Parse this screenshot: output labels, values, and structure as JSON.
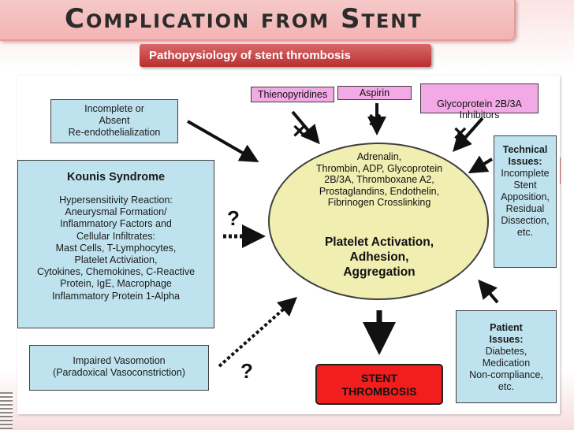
{
  "slide": {
    "title": "Complication from Stent",
    "subtitle": "Pathopysiology of stent thrombosis"
  },
  "diagram": {
    "incomplete_box": "Incomplete or\nAbsent\nRe-endothelialization",
    "kounis_title": "Kounis Syndrome",
    "kounis_body": "Hypersensitivity Reaction:\nAneurysmal Formation/\nInflammatory Factors and\nCellular Infiltrates:\nMast Cells, T-Lymphocytes,\nPlatelet Activiation,\nCytokines, Chemokines, C-Reactive\nProtein, IgE, Macrophage\nInflammatory Protein 1-Alpha",
    "vasomotion_box": "Impaired Vasomotion\n(Paradoxical Vasoconstriction)",
    "drug_thienopyridines": "Thienopyridines",
    "drug_aspirin": "Aspirin",
    "drug_gp": "Glycoprotein 2B/3A\nInhibitors",
    "ellipse_mediators": "Adrenalin,\nThrombin, ADP, Glycoprotein\n2B/3A, Thromboxane A2,\nProstaglandins, Endothelin,\nFibrinogen Crosslinking",
    "ellipse_outcome": "Platelet Activation,\nAdhesion,\nAggregation",
    "technical_title": "Technical\nIssues:",
    "technical_body": "Incomplete\nStent\nApposition,\nResidual\nDissection,\netc.",
    "patient_title": "Patient\nIssues:",
    "patient_body": "Diabetes,\nMedication\nNon-compliance,\netc.",
    "stent_thrombosis": "STENT\nTHROMBOSIS",
    "question_mark": "?",
    "block_mark": "×"
  },
  "colors": {
    "info_box": "#bfe3ee",
    "drug_box": "#f2a9e6",
    "ellipse": "#f0eeb0",
    "outcome_box": "#f21d1d",
    "subtitle_bar": "#c33b3b"
  }
}
